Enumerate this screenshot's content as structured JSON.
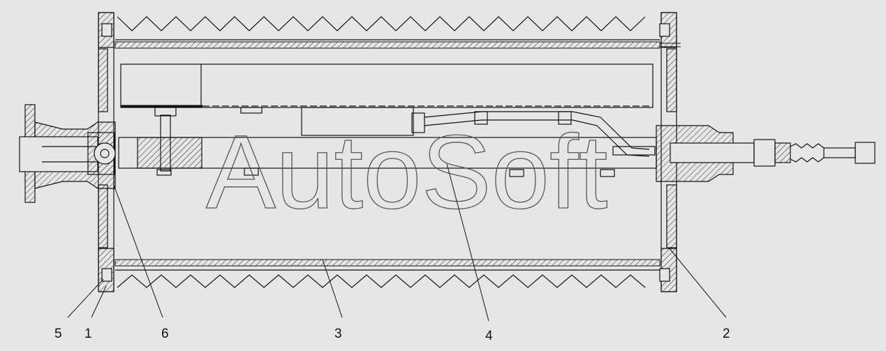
{
  "watermark": "AutoSoft",
  "callouts": [
    {
      "id": "5",
      "label": "5"
    },
    {
      "id": "1",
      "label": "1"
    },
    {
      "id": "6",
      "label": "6"
    },
    {
      "id": "3",
      "label": "3"
    },
    {
      "id": "4",
      "label": "4"
    },
    {
      "id": "2",
      "label": "2"
    }
  ],
  "colors": {
    "background": "#e6e6e6",
    "line": "#111111",
    "hatch": "#222222",
    "watermark": "#555555"
  }
}
